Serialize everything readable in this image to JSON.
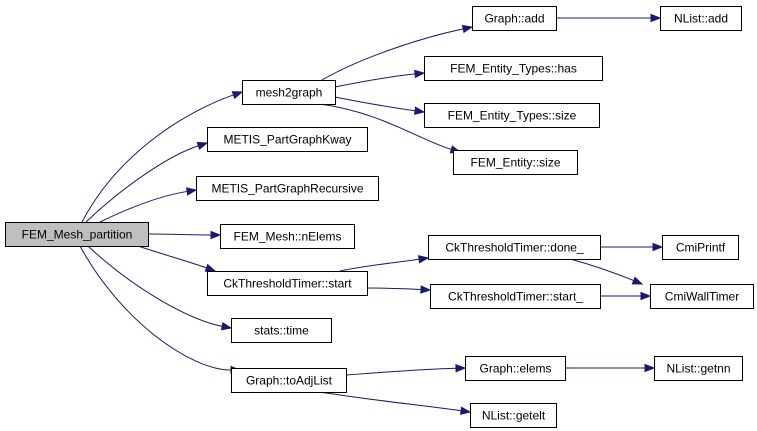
{
  "graph": {
    "nodes": [
      {
        "id": "fem_mesh_partition",
        "label": "FEM_Mesh_partition",
        "root": true
      },
      {
        "id": "mesh2graph",
        "label": "mesh2graph"
      },
      {
        "id": "graph_add",
        "label": "Graph::add"
      },
      {
        "id": "nlist_add",
        "label": "NList::add"
      },
      {
        "id": "fem_entity_types_has",
        "label": "FEM_Entity_Types::has"
      },
      {
        "id": "fem_entity_types_size",
        "label": "FEM_Entity_Types::size"
      },
      {
        "id": "fem_entity_size",
        "label": "FEM_Entity::size"
      },
      {
        "id": "metis_partgraphkway",
        "label": "METIS_PartGraphKway"
      },
      {
        "id": "metis_partgraphrecursive",
        "label": "METIS_PartGraphRecursive"
      },
      {
        "id": "fem_mesh_nelems",
        "label": "FEM_Mesh::nElems"
      },
      {
        "id": "ckthresholdtimer_start",
        "label": "CkThresholdTimer::start"
      },
      {
        "id": "ckthresholdtimer_done_",
        "label": "CkThresholdTimer::done_"
      },
      {
        "id": "ckthresholdtimer_start_",
        "label": "CkThresholdTimer::start_"
      },
      {
        "id": "cmiprintf",
        "label": "CmiPrintf"
      },
      {
        "id": "cmiwalltimer",
        "label": "CmiWallTimer"
      },
      {
        "id": "stats_time",
        "label": "stats::time"
      },
      {
        "id": "graph_toadjlist",
        "label": "Graph::toAdjList"
      },
      {
        "id": "graph_elems",
        "label": "Graph::elems"
      },
      {
        "id": "nlist_getnn",
        "label": "NList::getnn"
      },
      {
        "id": "nlist_getelt",
        "label": "NList::getelt"
      }
    ],
    "edges": [
      {
        "from": "fem_mesh_partition",
        "to": "mesh2graph"
      },
      {
        "from": "fem_mesh_partition",
        "to": "metis_partgraphkway"
      },
      {
        "from": "fem_mesh_partition",
        "to": "metis_partgraphrecursive"
      },
      {
        "from": "fem_mesh_partition",
        "to": "fem_mesh_nelems"
      },
      {
        "from": "fem_mesh_partition",
        "to": "ckthresholdtimer_start"
      },
      {
        "from": "fem_mesh_partition",
        "to": "stats_time"
      },
      {
        "from": "fem_mesh_partition",
        "to": "graph_toadjlist"
      },
      {
        "from": "mesh2graph",
        "to": "graph_add"
      },
      {
        "from": "mesh2graph",
        "to": "fem_entity_types_has"
      },
      {
        "from": "mesh2graph",
        "to": "fem_entity_types_size"
      },
      {
        "from": "mesh2graph",
        "to": "fem_entity_size"
      },
      {
        "from": "graph_add",
        "to": "nlist_add"
      },
      {
        "from": "ckthresholdtimer_start",
        "to": "ckthresholdtimer_done_"
      },
      {
        "from": "ckthresholdtimer_start",
        "to": "ckthresholdtimer_start_"
      },
      {
        "from": "ckthresholdtimer_done_",
        "to": "cmiprintf"
      },
      {
        "from": "ckthresholdtimer_done_",
        "to": "cmiwalltimer"
      },
      {
        "from": "ckthresholdtimer_start_",
        "to": "cmiwalltimer"
      },
      {
        "from": "graph_toadjlist",
        "to": "graph_elems"
      },
      {
        "from": "graph_toadjlist",
        "to": "nlist_getelt"
      },
      {
        "from": "graph_elems",
        "to": "nlist_getnn"
      }
    ]
  },
  "colors": {
    "edge": "#191970",
    "root_fill": "#bfbfbf",
    "node_fill": "#ffffff",
    "border": "#000000"
  }
}
